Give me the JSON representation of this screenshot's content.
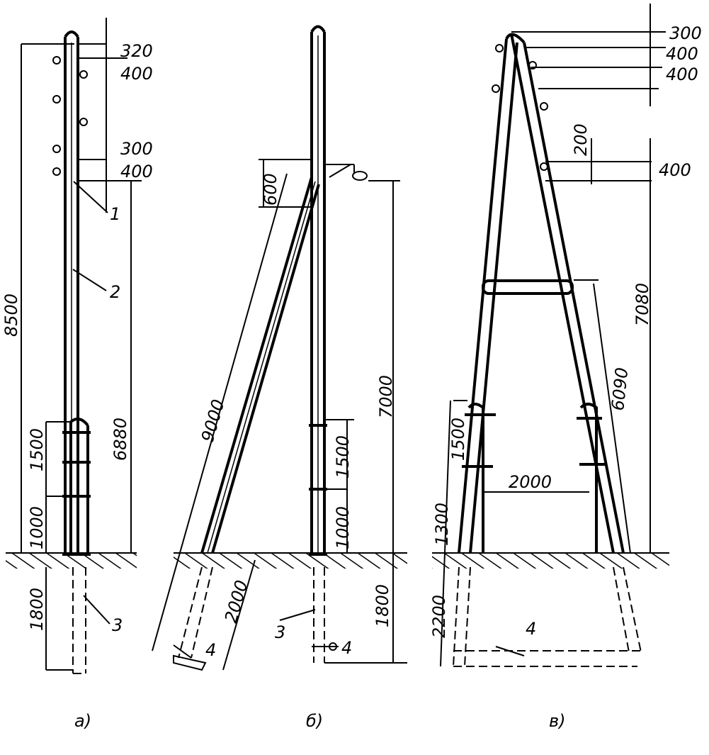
{
  "title": "Pole support types drawing",
  "a": {
    "caption": "а)",
    "dims": {
      "d320": "320",
      "d400a": "400",
      "d300": "300",
      "d400b": "400",
      "total": "8500",
      "above": "6880",
      "d1500": "1500",
      "d1000": "1000",
      "d1800": "1800"
    },
    "labels": {
      "l1": "1",
      "l2": "2",
      "l3": "3"
    }
  },
  "b": {
    "caption": "б)",
    "dims": {
      "d600": "600",
      "d9000": "9000",
      "d7000": "7000",
      "d1500": "1500",
      "d1000": "1000",
      "d2000": "2000",
      "d1800": "1800"
    },
    "labels": {
      "l3": "3",
      "l4a": "4",
      "l4b": "4"
    }
  },
  "c": {
    "caption": "в)",
    "dims": {
      "d300": "300",
      "d403": "400",
      "d400": "400",
      "d200": "200",
      "d400b": "400",
      "d7080": "7080",
      "d6090": "6090",
      "d1500": "1500",
      "d2000": "2000",
      "d1300": "1300",
      "d2200": "2200"
    },
    "labels": {
      "l4": "4"
    }
  }
}
